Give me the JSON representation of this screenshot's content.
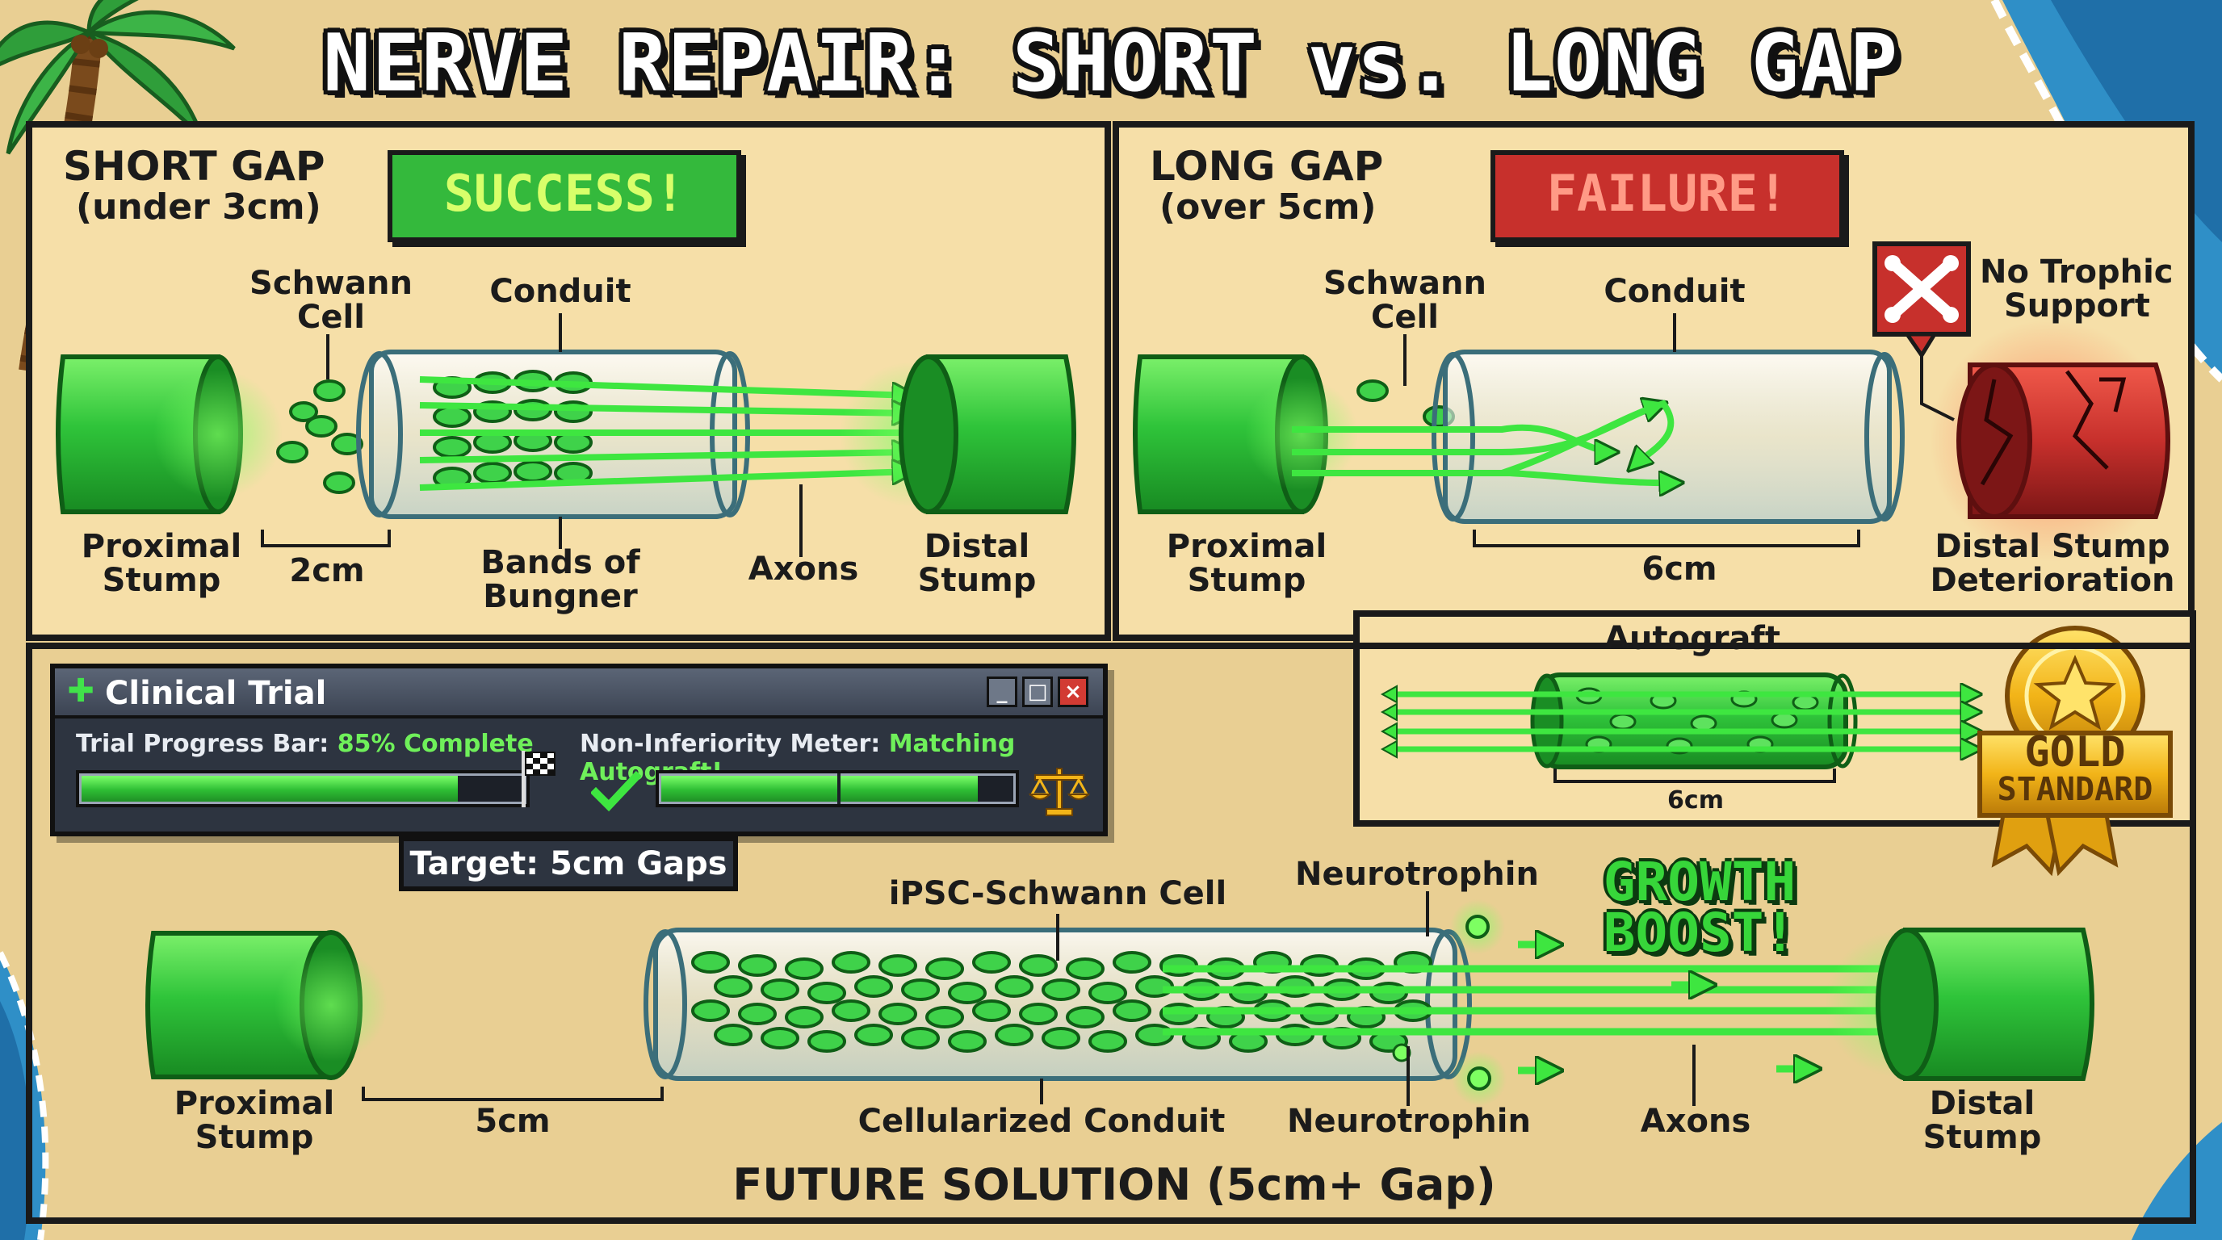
{
  "title": "NERVE REPAIR: SHORT vs. LONG GAP",
  "short_gap": {
    "heading": "SHORT GAP",
    "subheading": "(under 3cm)",
    "badge": "SUCCESS!",
    "labels": {
      "schwann_line1": "Schwann",
      "schwann_line2": "Cell",
      "conduit": "Conduit",
      "proximal_line1": "Proximal",
      "proximal_line2": "Stump",
      "gap": "2cm",
      "bands_line1": "Bands of",
      "bands_line2": "Bungner",
      "axons": "Axons",
      "distal_line1": "Distal",
      "distal_line2": "Stump"
    }
  },
  "long_gap": {
    "heading": "LONG GAP",
    "subheading": "(over 5cm)",
    "badge": "FAILURE!",
    "labels": {
      "schwann_line1": "Schwann",
      "schwann_line2": "Cell",
      "conduit": "Conduit",
      "no_trophic_line1": "No Trophic",
      "no_trophic_line2": "Support",
      "proximal_line1": "Proximal",
      "proximal_line2": "Stump",
      "gap": "6cm",
      "deterioration_line1": "Distal Stump",
      "deterioration_line2": "Deterioration"
    }
  },
  "autograft": {
    "label": "Autograft",
    "gap": "6cm",
    "medal_line1": "GOLD",
    "medal_line2": "STANDARD"
  },
  "trial_window": {
    "title": "Clinical Trial",
    "icon": "cross-icon",
    "buttons": [
      "minimize-icon",
      "maximize-icon",
      "close-icon"
    ],
    "progress_label": "Trial Progress Bar:",
    "progress_value_text": "85% Complete",
    "progress_fraction": 0.85,
    "meter_label": "Non-Inferiority Meter:",
    "meter_value_text": "Matching Autograft!",
    "meter_fraction": 0.9,
    "target": "Target: 5cm Gaps"
  },
  "future": {
    "caption": "FUTURE SOLUTION (5cm+ Gap)",
    "growth_line1": "GROWTH",
    "growth_line2": "BOOST!",
    "labels": {
      "ipsc": "iPSC-Schwann Cell",
      "neurotrophin_top": "Neurotrophin",
      "neurotrophin_bottom": "Neurotrophin",
      "proximal_line1": "Proximal",
      "proximal_line2": "Stump",
      "gap": "5cm",
      "conduit": "Cellularized Conduit",
      "axons": "Axons",
      "distal_line1": "Distal",
      "distal_line2": "Stump"
    }
  },
  "colors": {
    "sand": "#e9cf93",
    "panel": "#f6dfa8",
    "nerve_green": "#2fc43a",
    "success_green": "#34b93c",
    "failure_red": "#c7302c",
    "gold": "#f2b418"
  }
}
